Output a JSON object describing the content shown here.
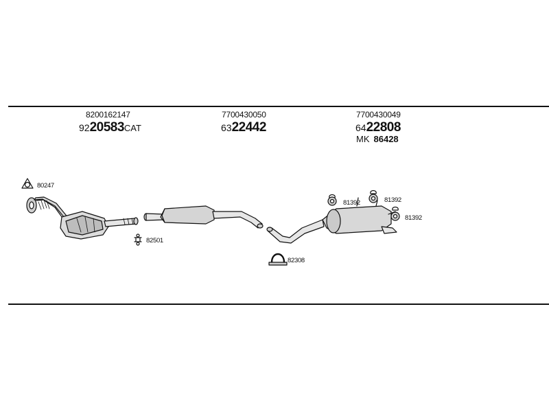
{
  "header_parts": [
    {
      "id": "front",
      "oe": "8200162147",
      "ref_prefix": "92",
      "ref_bold": "20583",
      "ref_suffix": "CAT"
    },
    {
      "id": "middle",
      "oe": "7700430050",
      "ref_prefix": "63",
      "ref_bold": "22442",
      "ref_suffix": ""
    },
    {
      "id": "rear",
      "oe": "7700430049",
      "ref_prefix": "64",
      "ref_bold": "22808",
      "ref_suffix": "",
      "mk_prefix": "MK",
      "mk_value": "86428"
    }
  ],
  "fittings": [
    {
      "id": "gasket",
      "code": "80247"
    },
    {
      "id": "clamp-front",
      "code": "82501"
    },
    {
      "id": "u-clamp",
      "code": "82308"
    },
    {
      "id": "hanger-1",
      "code": "81392"
    },
    {
      "id": "hanger-2",
      "code": "81392"
    },
    {
      "id": "hanger-3",
      "code": "81392"
    }
  ],
  "colors": {
    "line": "#111111",
    "part_fill": "#e6e6e6",
    "part_shade": "#b5b5b5"
  }
}
